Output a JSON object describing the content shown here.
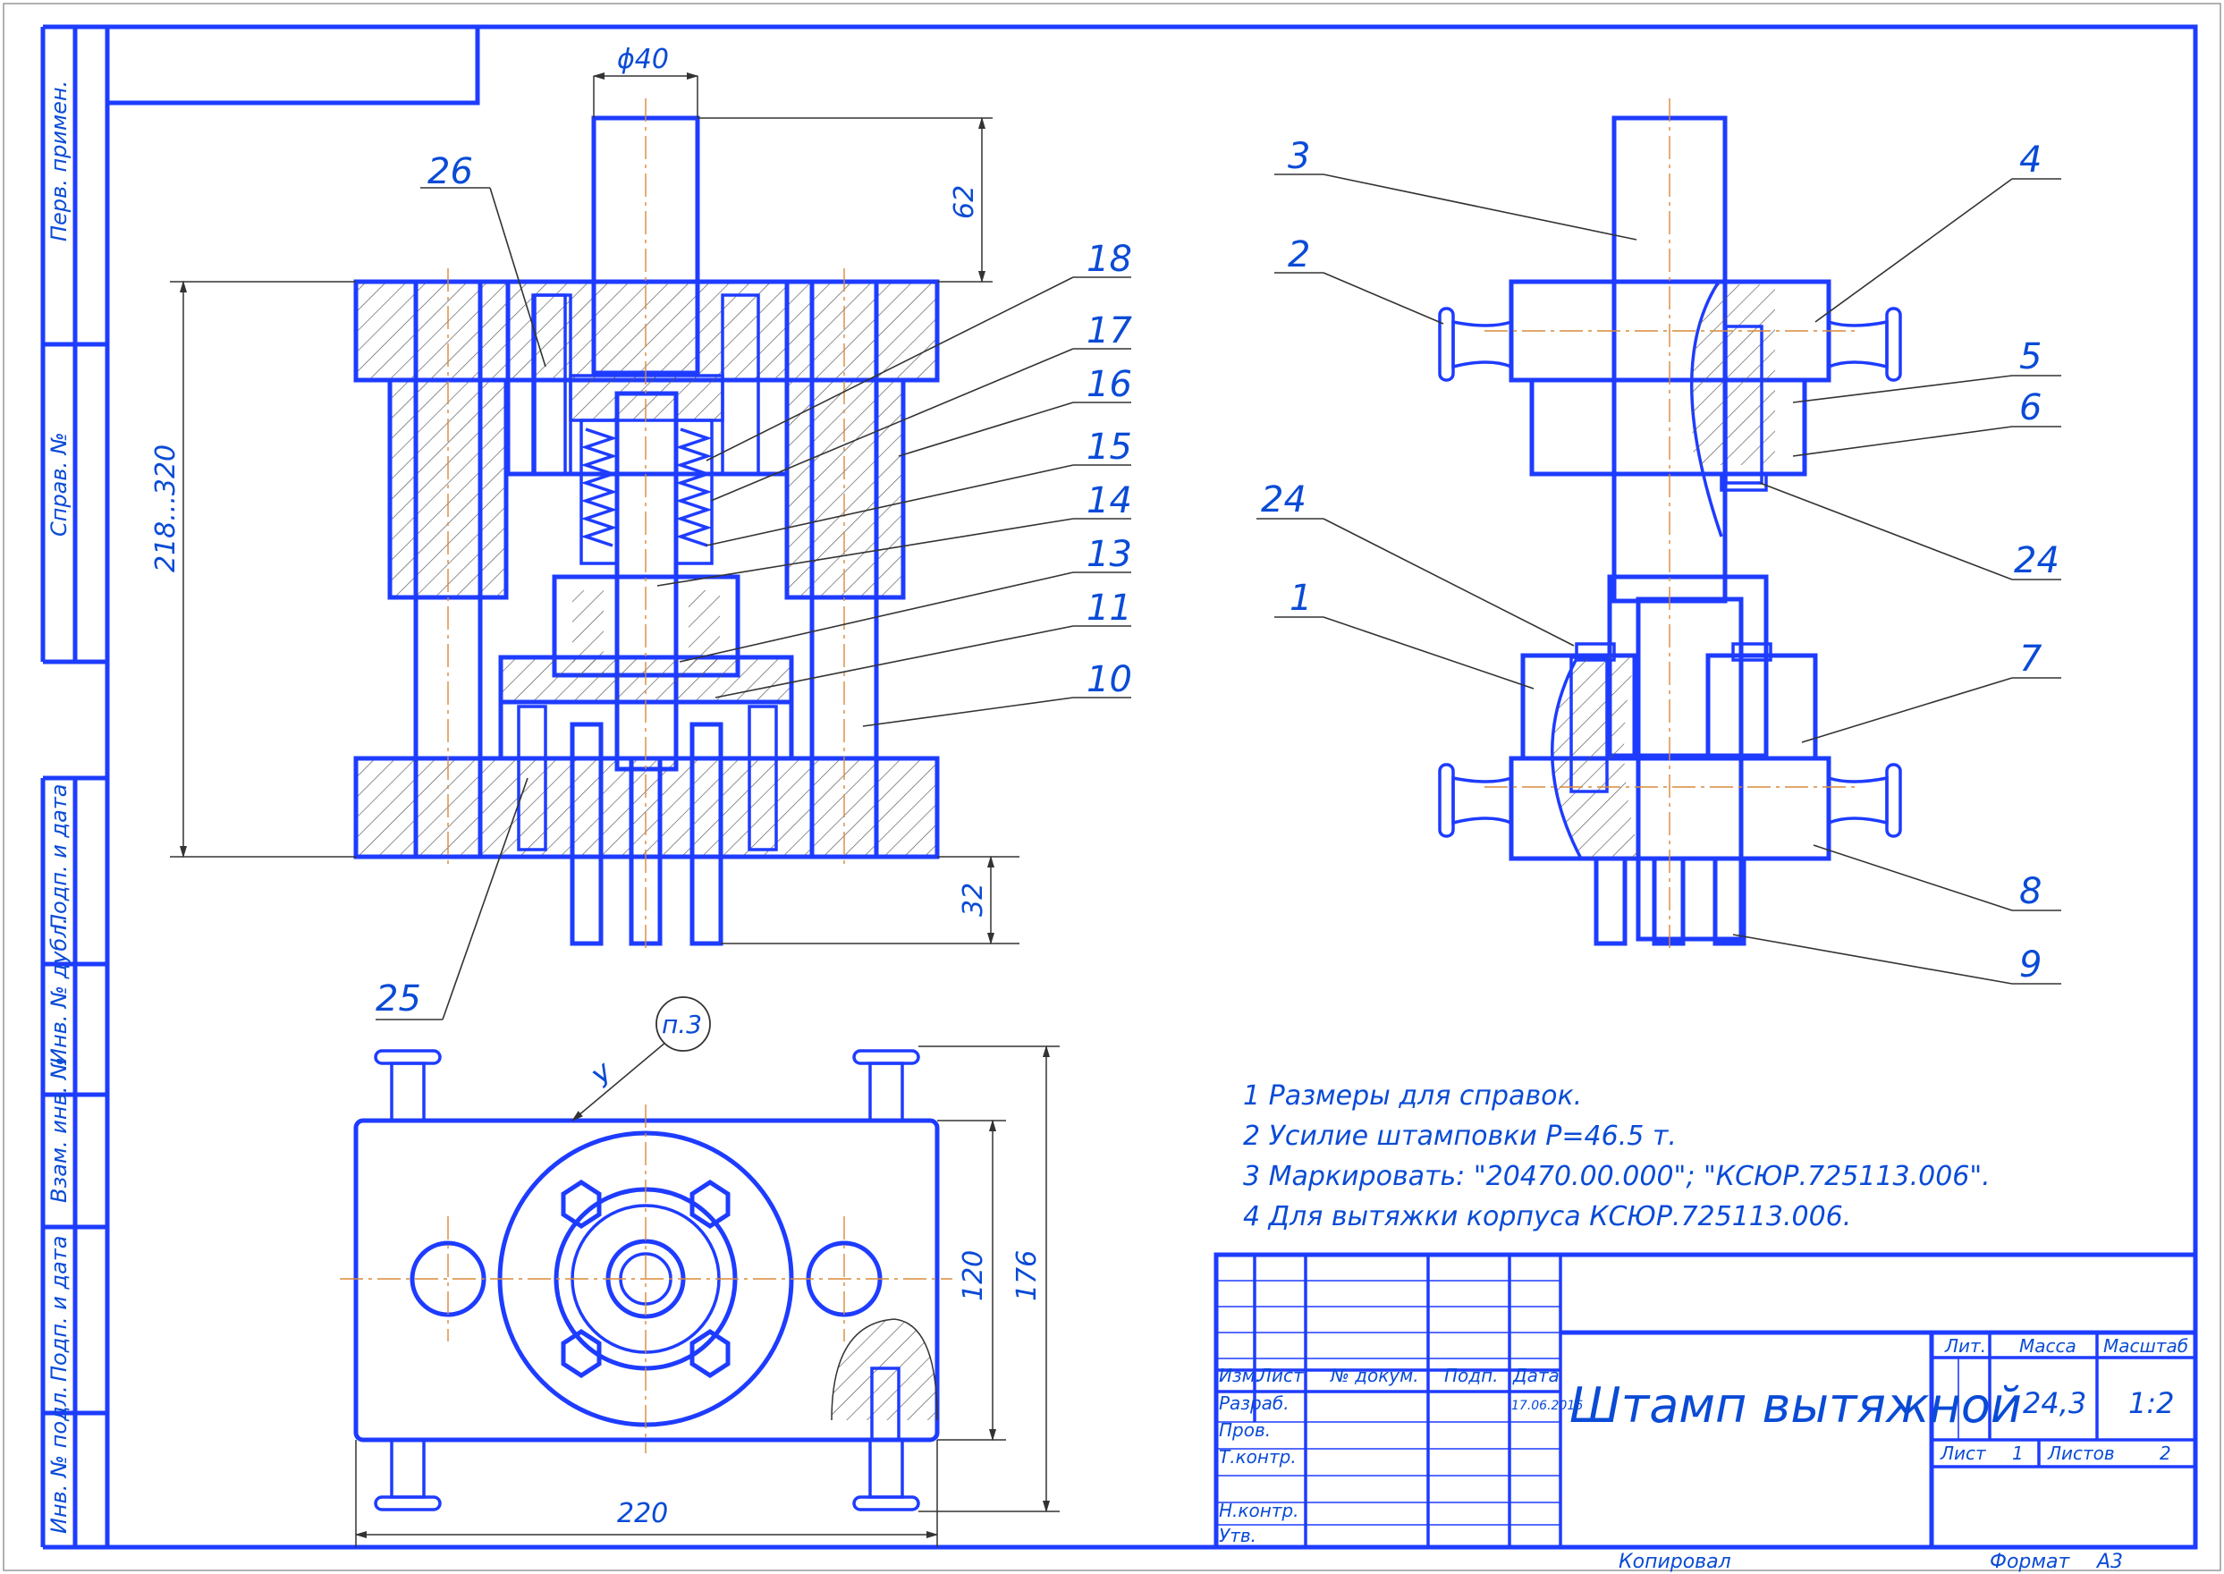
{
  "sidebar": {
    "perv_primen": "Перв. примен.",
    "sprav_no": "Справ. №",
    "podp_data_1": "Подп. и дата",
    "inv_dubl": "Инв. № дубл.",
    "vzam_inv": "Взам. инв. №",
    "podp_data_2": "Подп. и дата",
    "inv_podl": "Инв. № подл."
  },
  "dimensions": {
    "shaft_diameter": "ϕ40",
    "shaft_length": "62",
    "height_range": "218...320",
    "bottom_protrusion": "32",
    "width_plan": "220",
    "plate_height": "120",
    "total_height": "176",
    "view_label": "У",
    "note_ref": "п.3"
  },
  "callouts": {
    "p1": "1",
    "p2": "2",
    "p3": "3",
    "p4": "4",
    "p5": "5",
    "p6": "6",
    "p7": "7",
    "p8": "8",
    "p9": "9",
    "p10": "10",
    "p11": "11",
    "p13": "13",
    "p14": "14",
    "p15": "15",
    "p16": "16",
    "p17": "17",
    "p18": "18",
    "p24a": "24",
    "p24b": "24",
    "p25": "25",
    "p26": "26"
  },
  "notes": [
    "1  Размеры для справок.",
    "2  Усилие штамповки P=46.5 т.",
    "3  Маркировать: \"20470.00.000\"; \"КСЮР.725113.006\".",
    "4  Для вытяжки корпуса КСЮР.725113.006."
  ],
  "title_block": {
    "title": "Штамп вытяжной",
    "izm": "Изм.",
    "list": "Лист",
    "doc_no": "№ докум.",
    "podp": "Подп.",
    "data": "Дата",
    "razrab": "Разраб.",
    "date_value": "17.06.2016",
    "prov": "Пров.",
    "tkontr": "Т.контр.",
    "nkontr": "Н.контр.",
    "utv": "Утв.",
    "lit": "Лит.",
    "massa": "Масса",
    "masshtab": "Масштаб",
    "mass_value": "24,3",
    "scale_value": "1:2",
    "sheet_label": "Лист",
    "sheet_no": "1",
    "sheets_label": "Листов",
    "sheets_total": "2"
  },
  "footer": {
    "kopiroval": "Копировал",
    "format": "Формат",
    "format_value": "А3"
  },
  "colors": {
    "outline": "#1e3cff",
    "text": "#0a4bd6",
    "centerline": "#d88a3a"
  }
}
